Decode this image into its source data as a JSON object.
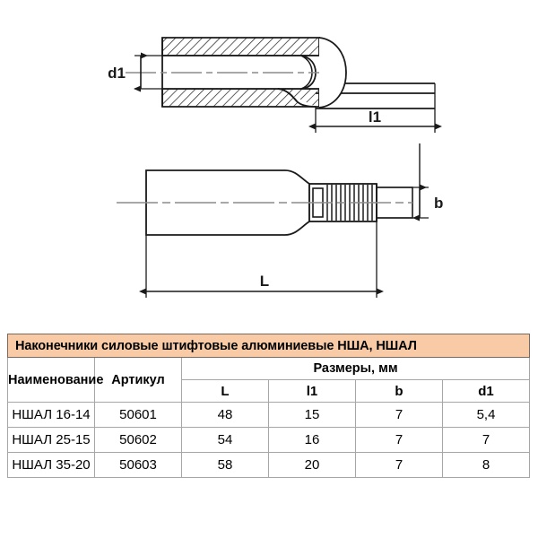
{
  "drawing": {
    "top_view": {
      "name": "sectional-view",
      "labels": {
        "d1": "d1",
        "l1": "l1"
      }
    },
    "bottom_view": {
      "name": "side-view",
      "labels": {
        "b": "b",
        "L": "L"
      }
    }
  },
  "table": {
    "title": "Наконечники силовые штифтовые алюминиевые НША, НШАЛ",
    "title_bg": "#F8CBA6",
    "headers": {
      "name": "Наименование",
      "article": "Артикул",
      "dimensions_group": "Размеры, мм",
      "dims": [
        "L",
        "l1",
        "b",
        "d1"
      ]
    },
    "rows": [
      {
        "name": "НШАЛ 16-14",
        "article": "50601",
        "L": "48",
        "l1": "15",
        "b": "7",
        "d1": "5,4"
      },
      {
        "name": "НШАЛ 25-15",
        "article": "50602",
        "L": "54",
        "l1": "16",
        "b": "7",
        "d1": "7"
      },
      {
        "name": "НШАЛ 35-20",
        "article": "50603",
        "L": "58",
        "l1": "20",
        "b": "7",
        "d1": "8"
      }
    ]
  }
}
